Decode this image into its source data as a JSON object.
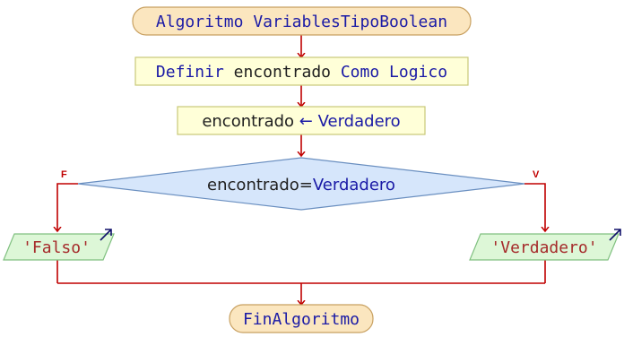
{
  "colors": {
    "edge": "#c00000",
    "keyword": "#1a1aa6",
    "identifier": "#202020",
    "string": "#a52a2a",
    "terminal_fill": "#fbe6bf",
    "terminal_stroke": "#c8a060",
    "process_fill": "#ffffd8",
    "process_stroke": "#c8c878",
    "decision_fill": "#d6e6fb",
    "decision_stroke": "#6a8fc0",
    "io_fill": "#ddf7d7",
    "io_stroke": "#80c080",
    "output_arrow": "#10106a"
  },
  "nodes": {
    "start": {
      "keyword": "Algoritmo",
      "name": "VariablesTipoBoolean"
    },
    "definir": {
      "kw_definir": "Definir",
      "var": "encontrado",
      "kw_como": "Como",
      "type": "Logico"
    },
    "assign": {
      "var": "encontrado",
      "arrow": "←",
      "value": "Verdadero"
    },
    "decision": {
      "left": "encontrado",
      "op": "=",
      "right": "Verdadero"
    },
    "out_false": {
      "text": "'Falso'"
    },
    "out_true": {
      "text": "'Verdadero'"
    },
    "end": {
      "keyword": "FinAlgoritmo"
    }
  },
  "branch_labels": {
    "false": "F",
    "true": "V"
  }
}
